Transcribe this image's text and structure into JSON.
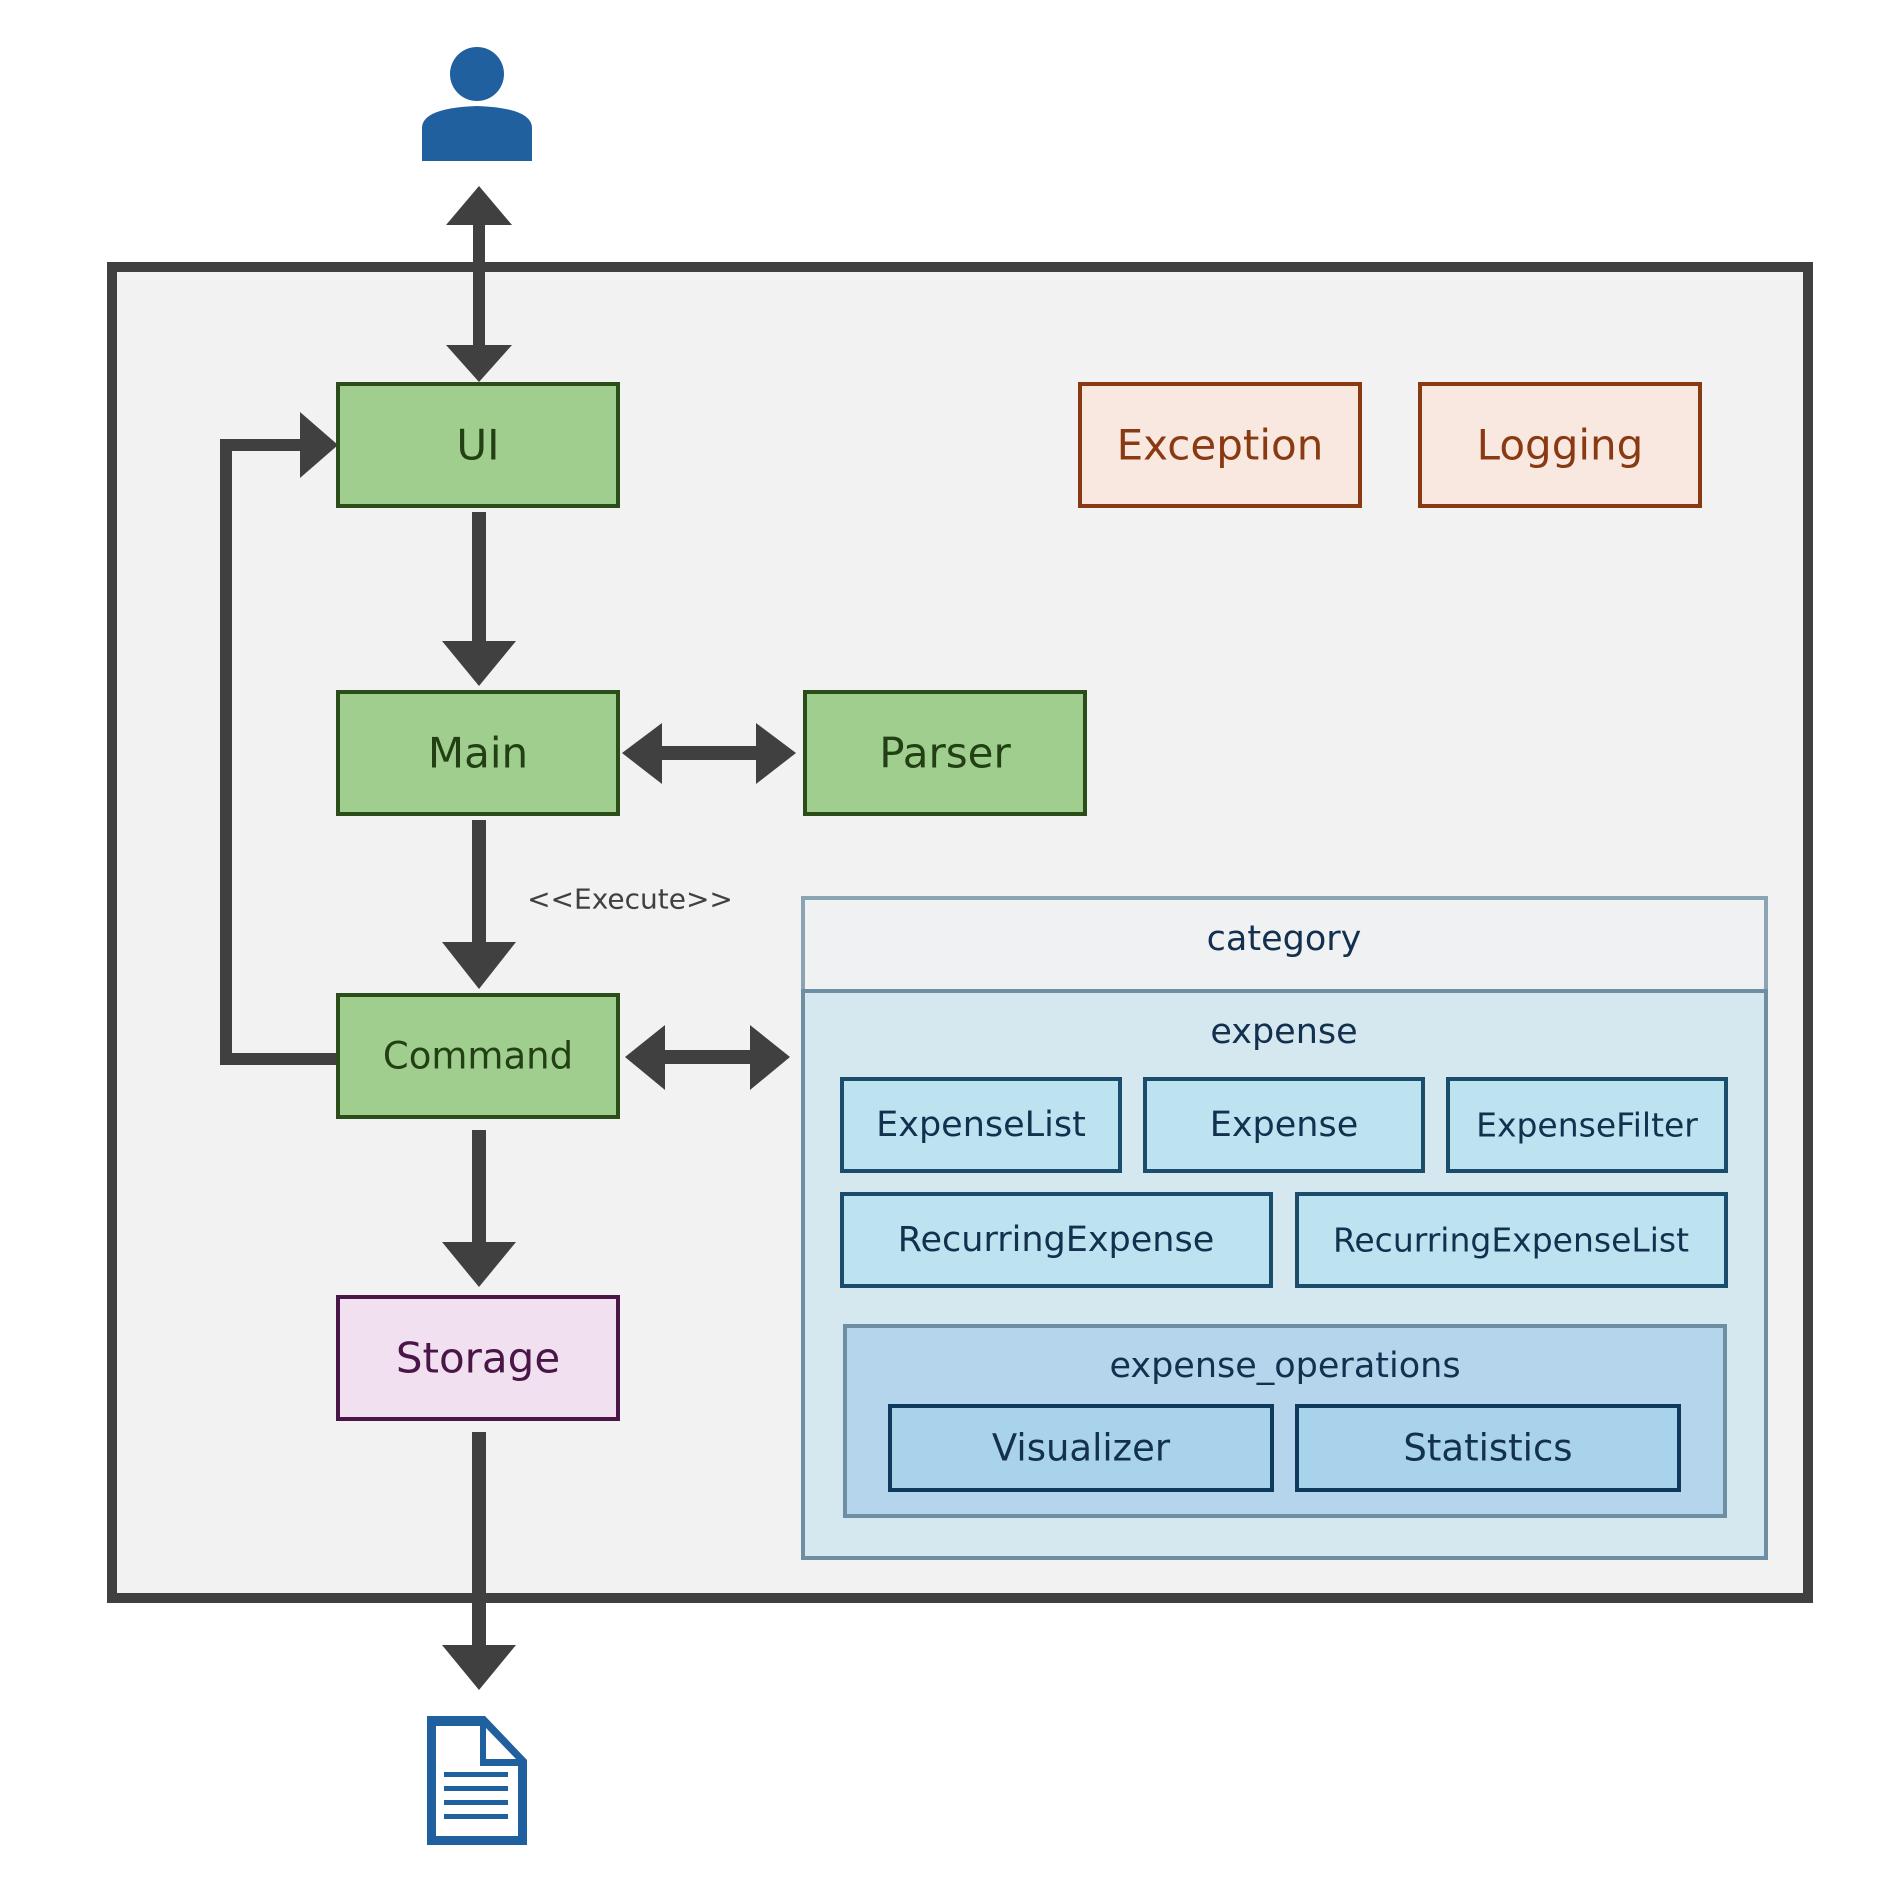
{
  "colors": {
    "frame_stroke": "#404040",
    "frame_fill": "#f2f2f2",
    "arrow": "#404040",
    "green_fill": "#a0ce8e",
    "green_stroke": "#2b4d1a",
    "green_text": "#234015",
    "orange_fill": "#f8e8df",
    "orange_stroke": "#8a3a12",
    "orange_text": "#8a3a12",
    "purple_fill": "#f0e0f0",
    "purple_stroke": "#4a1648",
    "purple_text": "#4a1648",
    "blue_text": "#13304f",
    "icon_blue": "#20609f"
  },
  "components": {
    "ui": "UI",
    "main": "Main",
    "parser": "Parser",
    "command": "Command",
    "storage": "Storage",
    "exception": "Exception",
    "logging": "Logging"
  },
  "execute_label": "<<Execute>>",
  "packages": {
    "category": "category",
    "expense": {
      "label": "expense",
      "classes": [
        "ExpenseList",
        "Expense",
        "ExpenseFilter",
        "RecurringExpense",
        "RecurringExpenseList"
      ]
    },
    "expense_operations": {
      "label": "expense_operations",
      "classes": [
        "Visualizer",
        "Statistics"
      ]
    }
  },
  "icons": {
    "user": "user-icon",
    "file": "document-icon"
  }
}
